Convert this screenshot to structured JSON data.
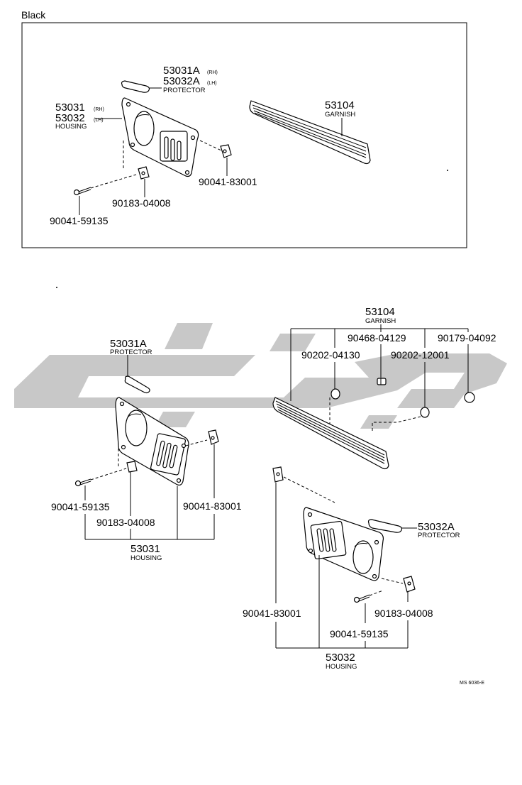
{
  "header": {
    "variant_label": "Black"
  },
  "top_diagram": {
    "protector": {
      "pn_rh": "53031A",
      "pn_rh_side": "(RH)",
      "pn_lh": "53032A",
      "pn_lh_side": "(LH)",
      "name": "PROTECTOR"
    },
    "housing": {
      "pn_rh": "53031",
      "pn_rh_side": "(RH)",
      "pn_lh": "53032",
      "pn_lh_side": "(LH)",
      "name": "HOUSING"
    },
    "garnish": {
      "pn": "53104",
      "name": "GARNISH"
    },
    "clip_right": "90041-83001",
    "clip_left": "90183-04008",
    "screw": "90041-59135"
  },
  "bottom_left": {
    "protector": {
      "pn": "53031A",
      "name": "PROTECTOR"
    },
    "screw": "90041-59135",
    "clip_left": "90183-04008",
    "clip_right": "90041-83001",
    "housing": {
      "pn": "53031",
      "name": "HOUSING"
    }
  },
  "bottom_right": {
    "garnish": {
      "pn": "53104",
      "name": "GARNISH"
    },
    "parts": [
      "90468-04129",
      "90179-04092",
      "90202-04130",
      "90202-12001"
    ],
    "protector": {
      "pn": "53032A",
      "name": "PROTECTOR"
    },
    "clip_left": "90041-83001",
    "clip_right": "90183-04008",
    "screw": "90041-59135",
    "housing": {
      "pn": "53032",
      "name": "HOUSING"
    }
  },
  "figure_code": "MS 6036-E",
  "watermark": {
    "icon": "arabic-logotype-watermark",
    "color": "#c8c8c8"
  }
}
